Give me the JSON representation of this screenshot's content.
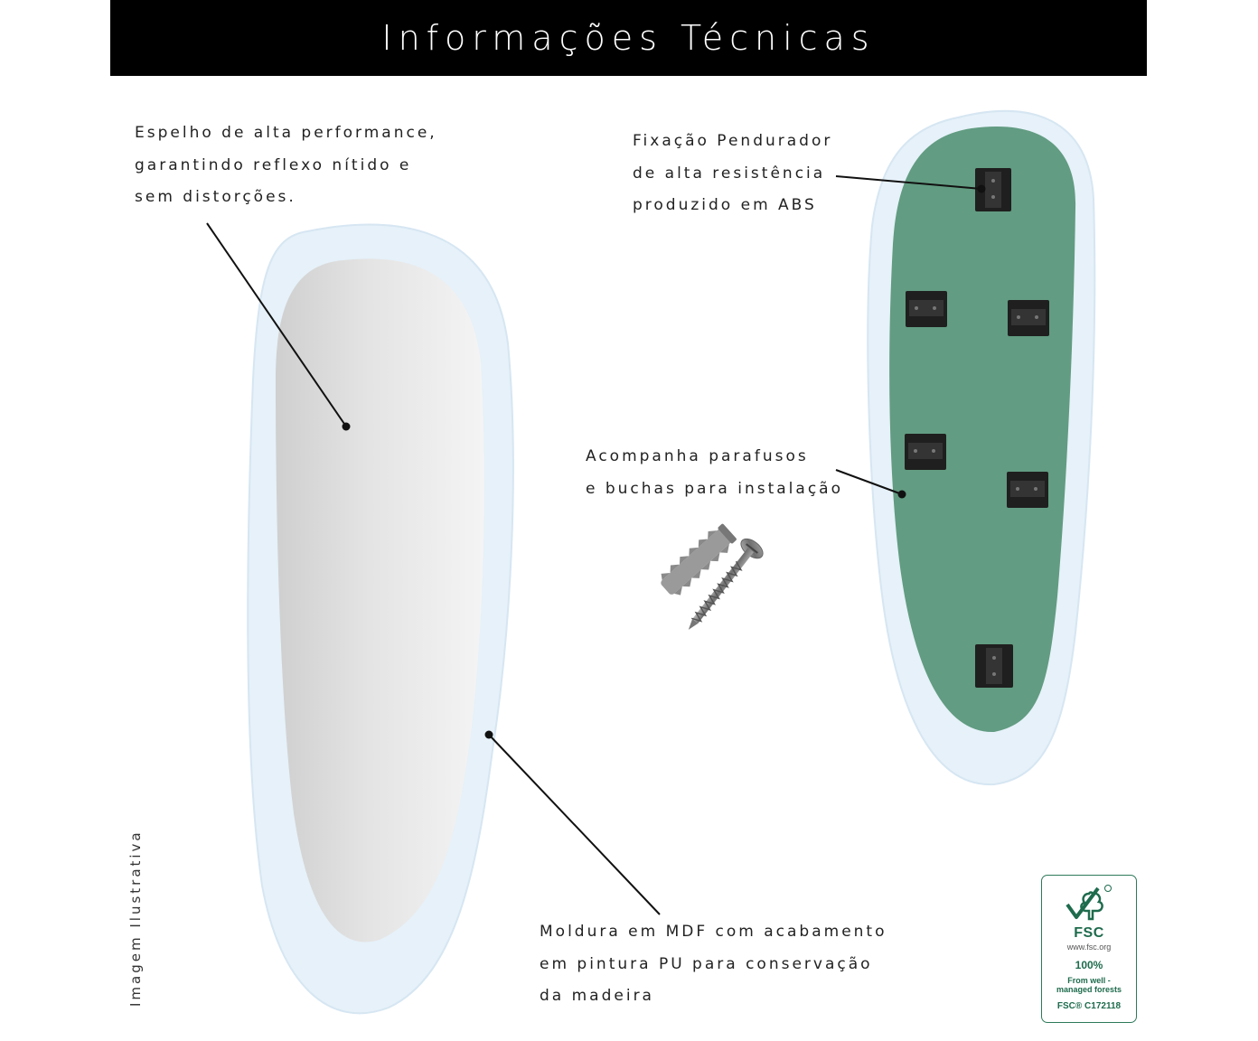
{
  "header": {
    "title": "Informações Técnicas"
  },
  "mirror_desc": [
    "Espelho de alta performance,",
    "garantindo reflexo nítido e",
    "sem distorções."
  ],
  "hanger_desc": [
    "Fixação Pendurador",
    "de alta resistência",
    "produzido em ABS"
  ],
  "screws_desc": [
    "Acompanha parafusos",
    "e buchas para instalação"
  ],
  "frame_desc": [
    "Moldura em MDF com acabamento",
    "em pintura PU para conservação",
    "da madeira"
  ],
  "side_note": "Imagem Ilustrativa",
  "fsc": {
    "brand": "FSC",
    "site": "www.fsc.org",
    "percent": "100%",
    "line1": "From well -",
    "line2": "managed forests",
    "code": "FSC® C172118"
  },
  "colors": {
    "header_bg": "#000000",
    "frame": "#e6f1f9",
    "mirror": "#dcdcdc",
    "back_panel": "#629c82",
    "hanger": "#1f1f1f",
    "fsc_green": "#1e6b4d"
  }
}
